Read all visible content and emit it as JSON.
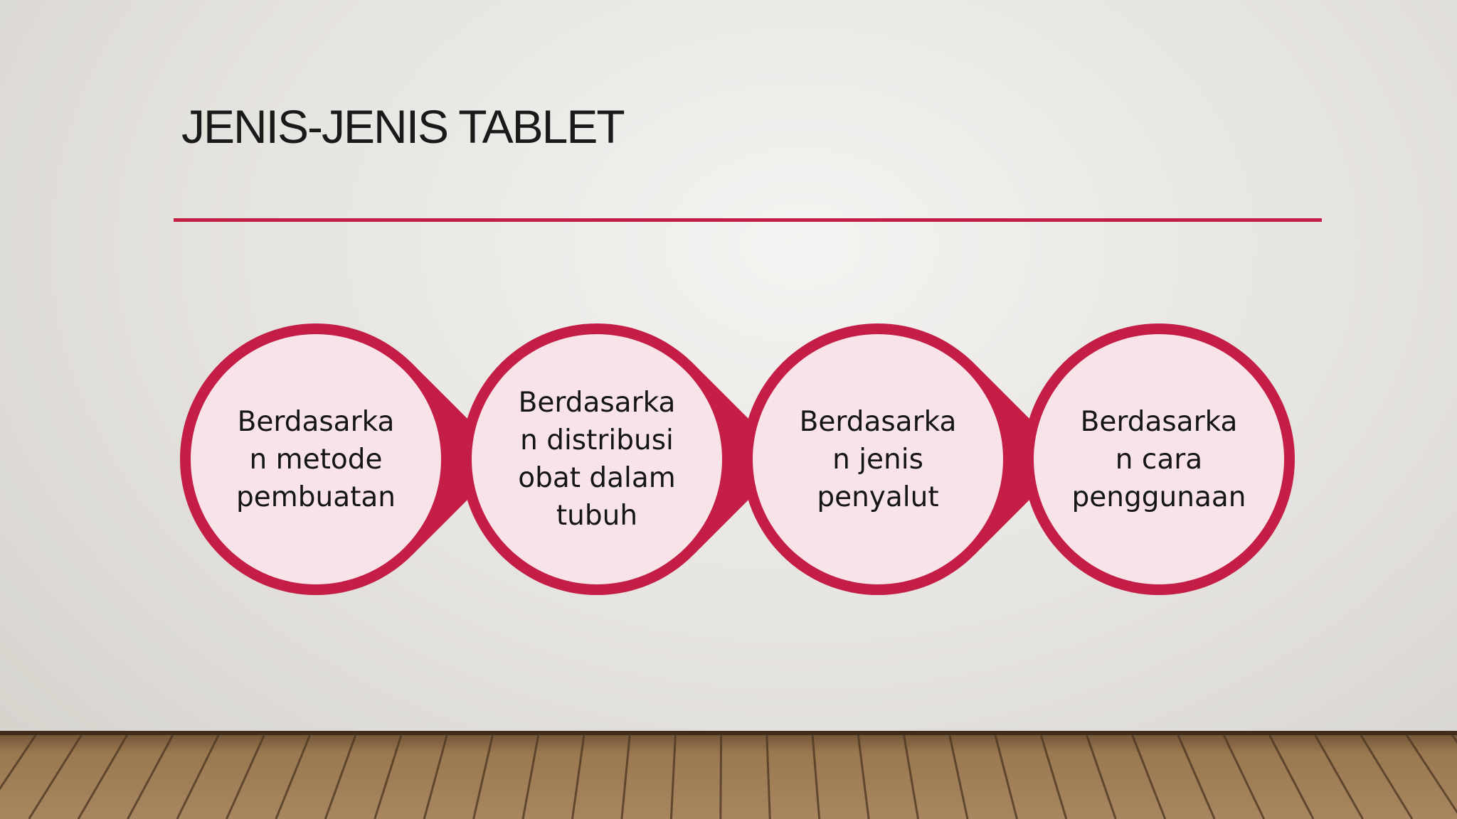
{
  "slide": {
    "title": "JENIS-JENIS TABLET"
  },
  "colors": {
    "accent": "#c41e47",
    "circle_fill": "#f7e3e8",
    "wall": "#e7e5e1",
    "floor": "#8a6a44"
  },
  "diagram": {
    "type": "process-circles",
    "steps": [
      {
        "label": "Berdasarka\nn metode\npembuatan"
      },
      {
        "label": "Berdasarka\nn distribusi\nobat dalam\ntubuh"
      },
      {
        "label": "Berdasarka\nn jenis\npenyalut"
      },
      {
        "label": "Berdasarka\nn cara\npenggunaan"
      }
    ]
  }
}
